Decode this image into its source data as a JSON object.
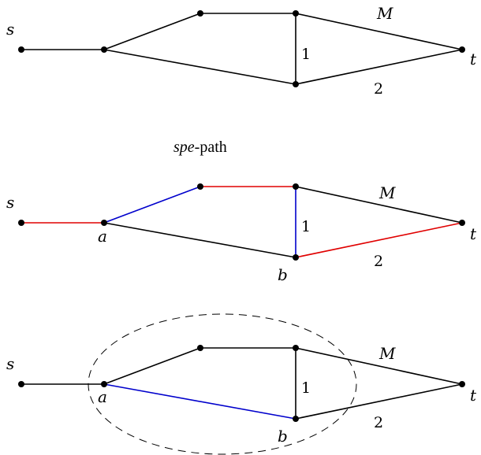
{
  "colors": {
    "default": "#000000",
    "red": "#e00000",
    "blue": "#0000cc"
  },
  "caption": {
    "italic": "spe",
    "rest": "-path"
  },
  "diagrams": [
    {
      "name": "graph-top",
      "labels": {
        "s": "s",
        "t": "t",
        "M": "M",
        "one": "1",
        "two": "2"
      },
      "edges": [
        {
          "id": "s-a",
          "color": "default"
        },
        {
          "id": "a-top",
          "color": "default"
        },
        {
          "id": "a-b",
          "color": "default"
        },
        {
          "id": "top-topright",
          "color": "default"
        },
        {
          "id": "topright-b",
          "color": "default"
        },
        {
          "id": "topright-t",
          "color": "default"
        },
        {
          "id": "b-t",
          "color": "default"
        }
      ]
    },
    {
      "name": "graph-middle",
      "labels": {
        "s": "s",
        "t": "t",
        "M": "M",
        "one": "1",
        "two": "2",
        "a": "a",
        "b": "b"
      },
      "edges": [
        {
          "id": "s-a",
          "color": "red"
        },
        {
          "id": "a-top",
          "color": "blue"
        },
        {
          "id": "a-b",
          "color": "default"
        },
        {
          "id": "top-topright",
          "color": "red"
        },
        {
          "id": "topright-b",
          "color": "blue"
        },
        {
          "id": "topright-t",
          "color": "default"
        },
        {
          "id": "b-t",
          "color": "red"
        }
      ]
    },
    {
      "name": "graph-bottom",
      "labels": {
        "s": "s",
        "t": "t",
        "M": "M",
        "one": "1",
        "two": "2",
        "a": "a",
        "b": "b"
      },
      "edges": [
        {
          "id": "s-a",
          "color": "default"
        },
        {
          "id": "a-top",
          "color": "default"
        },
        {
          "id": "a-b",
          "color": "blue"
        },
        {
          "id": "top-topright",
          "color": "default"
        },
        {
          "id": "topright-b",
          "color": "default"
        },
        {
          "id": "topright-t",
          "color": "default"
        },
        {
          "id": "b-t",
          "color": "default"
        }
      ],
      "dashed_ellipse": true
    }
  ]
}
